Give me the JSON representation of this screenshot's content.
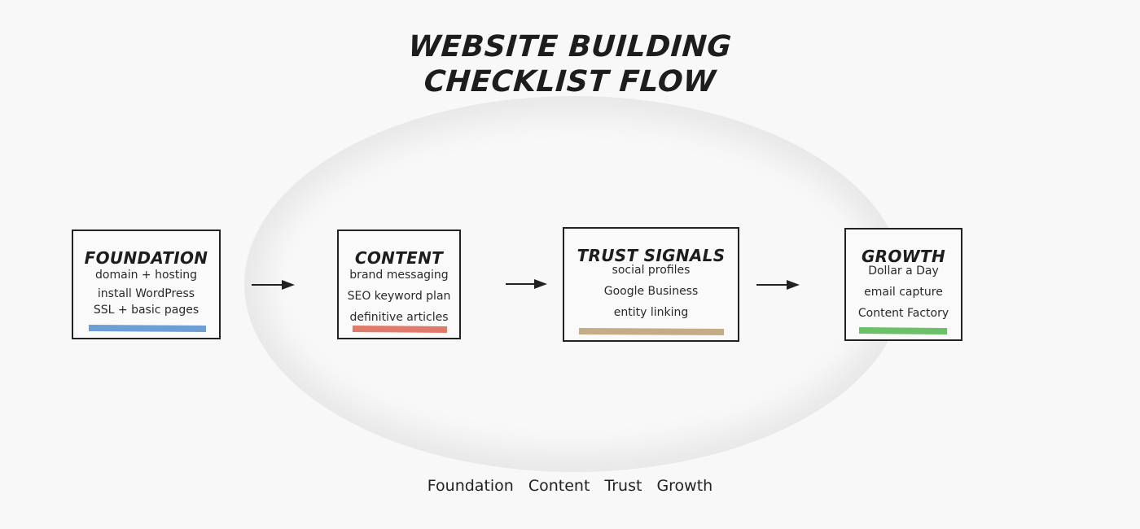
{
  "title": {
    "line1": "Website Building",
    "line2": "Checklist Flow"
  },
  "stages": [
    {
      "title": "Foundation",
      "items": [
        "domain + hosting",
        "install WordPress",
        "SSL + basic pages"
      ],
      "color": "#6e9fd4"
    },
    {
      "title": "Content",
      "items": [
        "brand messaging",
        "SEO keyword plan",
        "definitive articles"
      ],
      "color": "#e07a6a"
    },
    {
      "title": "Trust Signals",
      "items": [
        "social profiles",
        "Google Business",
        "entity linking"
      ],
      "color": "#c2ad86"
    },
    {
      "title": "Growth",
      "items": [
        "Dollar a Day",
        "email capture",
        "Content Factory"
      ],
      "color": "#6cc06a"
    }
  ],
  "legend": [
    "Foundation",
    "Content",
    "Trust",
    "Growth"
  ]
}
